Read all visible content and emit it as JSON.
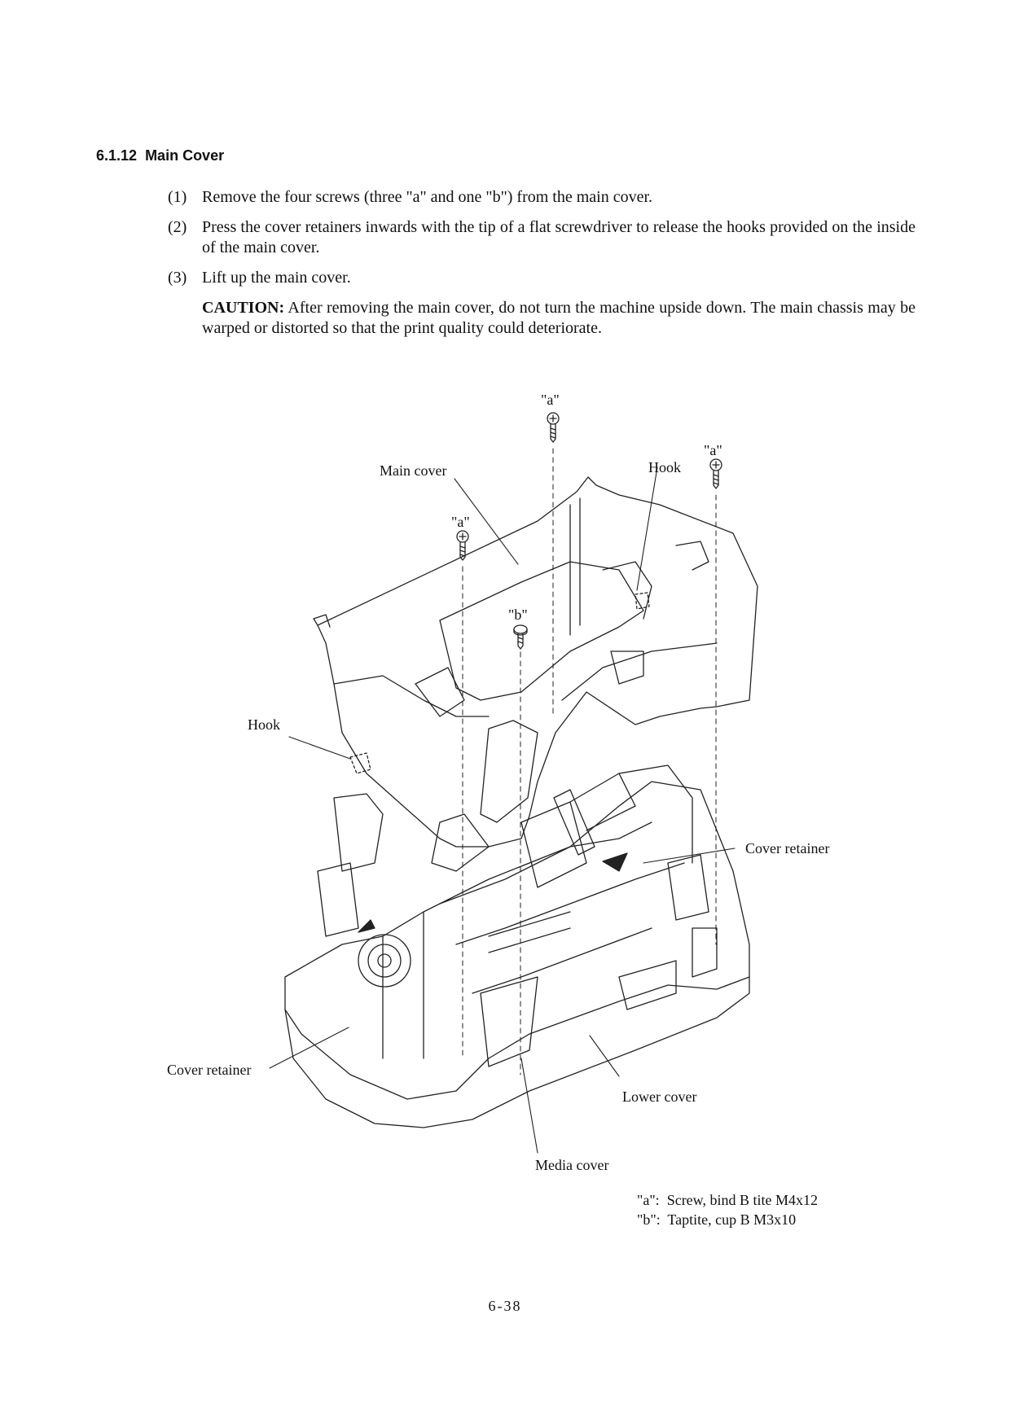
{
  "section": {
    "number": "6.1.12",
    "title": "Main Cover"
  },
  "steps": [
    {
      "num": "(1)",
      "text": "Remove the four screws (three \"a\" and one \"b\") from the main cover."
    },
    {
      "num": "(2)",
      "text": "Press the cover retainers inwards with the tip of a flat screwdriver to release the hooks provided on the inside of the main cover."
    },
    {
      "num": "(3)",
      "text": "Lift up the main cover."
    }
  ],
  "caution": {
    "label": "CAUTION:",
    "text": "After removing the main cover, do not turn the machine upside down. The main chassis may be warped or distorted so that the print quality could deteriorate."
  },
  "figure": {
    "labels": {
      "screw_a": "\"a\"",
      "screw_b": "\"b\"",
      "main_cover": "Main cover",
      "hook": "Hook",
      "cover_retainer": "Cover retainer",
      "lower_cover": "Lower cover",
      "media_cover": "Media cover"
    }
  },
  "legend": [
    {
      "key": "\"a\":",
      "desc": "Screw, bind B tite M4x12"
    },
    {
      "key": "\"b\":",
      "desc": "Taptite, cup B M3x10"
    }
  ],
  "page_number": "6-38"
}
